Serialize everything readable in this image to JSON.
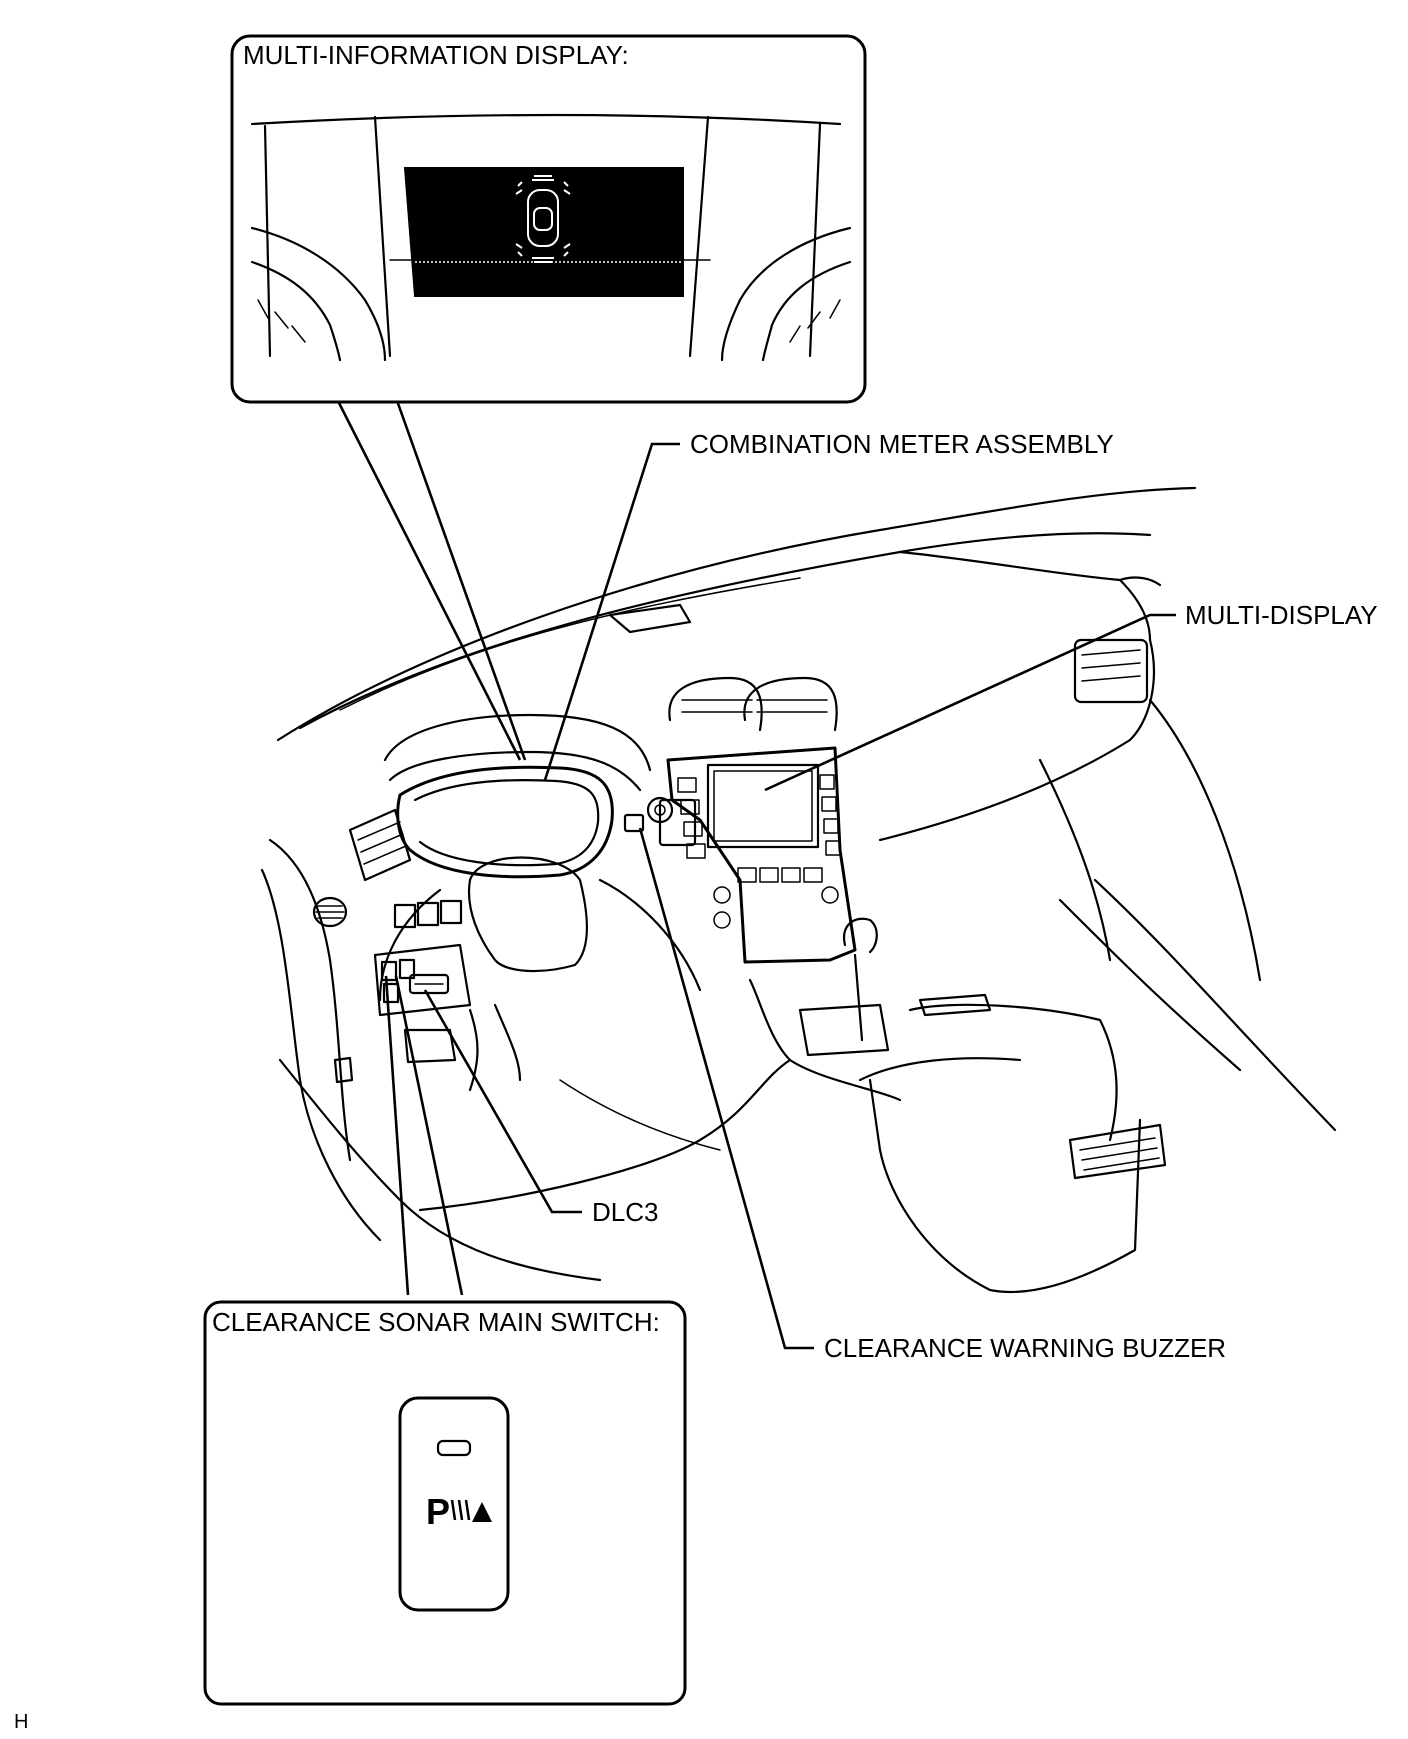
{
  "labels": {
    "multi_information_display": "MULTI-INFORMATION DISPLAY:",
    "combination_meter_assembly": "COMBINATION METER ASSEMBLY",
    "multi_display": "MULTI-DISPLAY",
    "dlc3": "DLC3",
    "clearance_warning_buzzer": "CLEARANCE WARNING BUZZER",
    "clearance_sonar_main_switch": "CLEARANCE SONAR MAIN SWITCH:",
    "corner_mark": "H"
  },
  "switch": {
    "symbol": "P"
  },
  "colors": {
    "line": "#000000",
    "background": "#ffffff",
    "display_screen": "#000000"
  },
  "icons": [
    "parking-sonar-icon",
    "car-top-view-icon"
  ]
}
